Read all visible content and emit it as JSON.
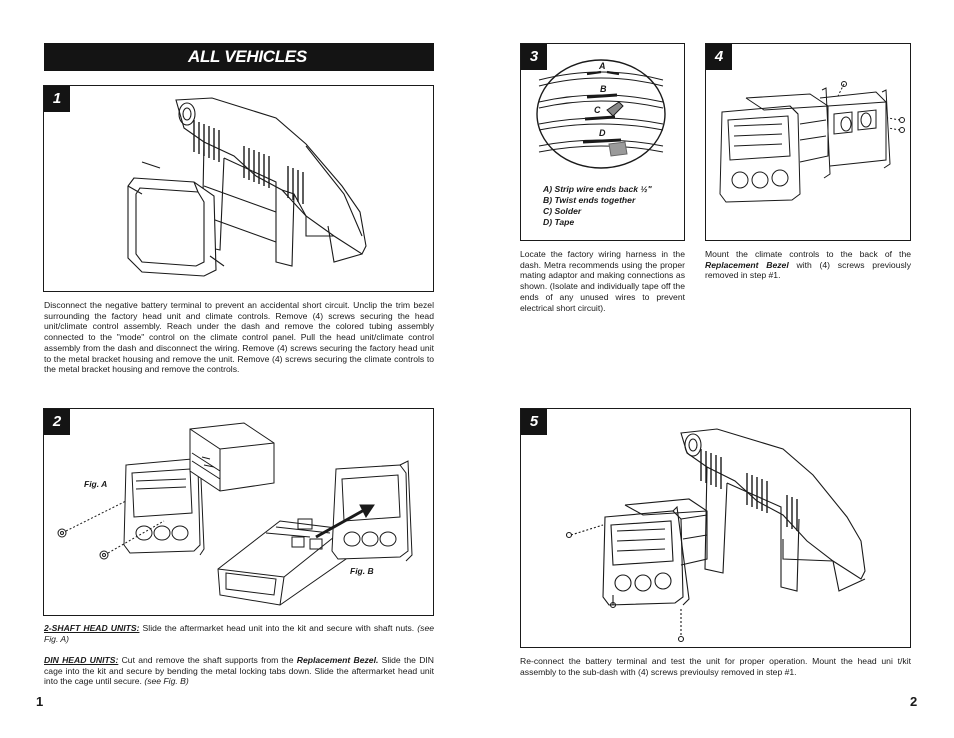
{
  "header": {
    "title": "ALL VEHICLES"
  },
  "steps": [
    {
      "number": "1",
      "text": "Disconnect the negative battery terminal to prevent an accidental short circuit.  Unclip the trim bezel surrounding the factory head unit and climate controls.  Remove (4) screws securing the head unit/climate control assembly.  Reach under the dash and remove the colored tubing assembly connected to the \"mode\" control on the climate control panel.  Pull the head unit/climate control assembly from the dash and disconnect the wiring.  Remove (4) screws securing the factory head unit to the metal bracket housing and remove the unit.  Remove (4) screws securing the climate controls to the metal bracket housing and remove the controls."
    },
    {
      "number": "2",
      "fig_a": "Fig. A",
      "fig_b": "Fig. B",
      "shaft_lead": "2-SHAFT HEAD UNITS:",
      "shaft_text": " Slide the aftermarket head unit into the kit and secure with shaft nuts. ",
      "shaft_ref": "(see Fig. A)",
      "din_lead": "DIN HEAD UNITS:",
      "din_text_1": " Cut and remove the shaft supports from the ",
      "din_bold": "Replacement Bezel.",
      "din_text_2": "  Slide the DIN cage into the kit and secure by bending the metal locking tabs down.  Slide the aftermarket head unit into the cage until secure. ",
      "din_ref": "(see Fig. B)"
    },
    {
      "number": "3",
      "wire_labels": [
        "A",
        "B",
        "C",
        "D"
      ],
      "legend": [
        "A) Strip wire ends back ½\"",
        "B) Twist ends together",
        "C) Solder",
        "D) Tape"
      ],
      "text": "Locate the factory wiring harness in the dash.  Metra recommends using the proper mating adaptor and making connections as shown.  (Isolate and individually tape off the ends of any unused wires to prevent electrical short circuit)."
    },
    {
      "number": "4",
      "text_1": "Mount the climate controls to the back of the ",
      "text_bold": "Replacement Bezel",
      "text_2": " with (4) screws previously removed in step #1."
    },
    {
      "number": "5",
      "text": "Re-connect the battery terminal and test the unit for proper operation.  Mount the head uni t/kit assembly to the sub-dash with (4) screws previoulsy removed in step #1."
    }
  ],
  "pages": {
    "left": "1",
    "right": "2"
  },
  "colors": {
    "ink": "#1a1a1a",
    "banner_bg": "#141414",
    "tape": "#9a9a9a",
    "paper": "#ffffff"
  }
}
